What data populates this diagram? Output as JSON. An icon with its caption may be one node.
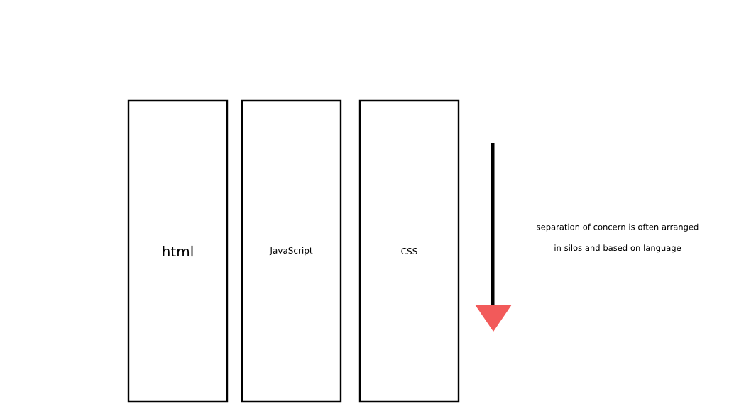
{
  "diagram": {
    "nodes": [
      {
        "text": [
          "html"
        ]
      },
      {
        "text": [
          "JavaScript"
        ]
      },
      {
        "text": [
          "CSS"
        ]
      }
    ],
    "labels": [
      "separation of concern is often arranged in silos and based on language"
    ]
  }
}
